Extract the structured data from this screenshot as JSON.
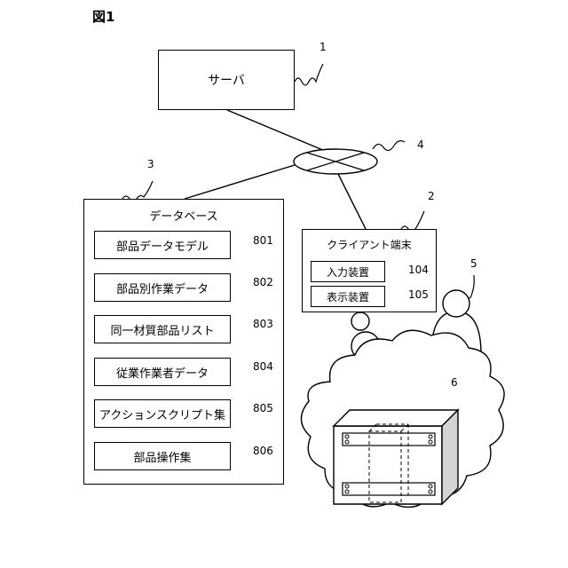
{
  "figure": {
    "label": "図1",
    "server": {
      "label": "サーバ",
      "ref": "1"
    },
    "network": {
      "ref": "4"
    },
    "database": {
      "label": "データベース",
      "ref": "3",
      "items": [
        {
          "label": "部品データモデル",
          "ref": "801"
        },
        {
          "label": "部品別作業データ",
          "ref": "802"
        },
        {
          "label": "同一材質部品リスト",
          "ref": "803"
        },
        {
          "label": "従業作業者データ",
          "ref": "804"
        },
        {
          "label": "アクションスクリプト集",
          "ref": "805"
        },
        {
          "label": "部品操作集",
          "ref": "806"
        }
      ]
    },
    "client": {
      "label": "クライアント端末",
      "ref": "2",
      "input": {
        "label": "入力装置",
        "ref": "104"
      },
      "display": {
        "label": "表示装置",
        "ref": "105"
      }
    },
    "user": {
      "ref": "5"
    },
    "virtual_space": {
      "ref": "6"
    }
  }
}
